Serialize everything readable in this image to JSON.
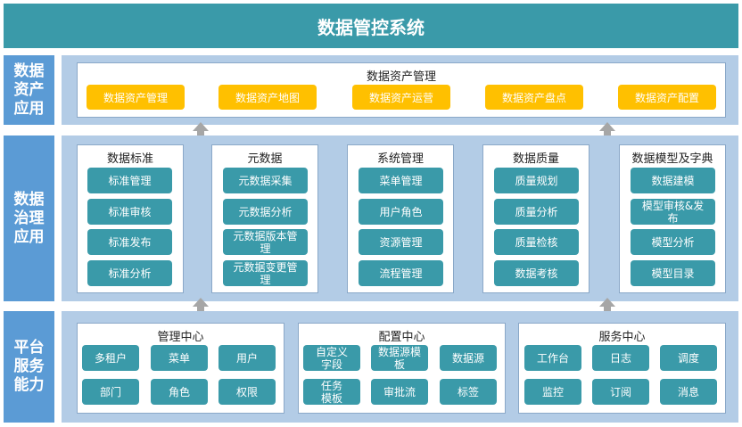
{
  "title": "数据管控系统",
  "colors": {
    "header": "#3a9aa9",
    "layer_label": "#5b9bd5",
    "layer_bg": "#b3cce6",
    "yellow_button": "#ffc000",
    "teal_button": "#3a9aa9",
    "arrow": "#a6a6a6"
  },
  "layers": {
    "asset_app": {
      "label": "数据资产应用",
      "panel_title": "数据资产管理",
      "items": [
        "数据资产管理",
        "数据资产地图",
        "数据资产运营",
        "数据资产盘点",
        "数据资产配置"
      ]
    },
    "governance_app": {
      "label": "数据治理应用",
      "panels": [
        {
          "title": "数据标准",
          "items": [
            "标准管理",
            "标准审核",
            "标准发布",
            "标准分析"
          ]
        },
        {
          "title": "元数据",
          "items": [
            "元数据采集",
            "元数据分析",
            "元数据版本管理",
            "元数据变更管理"
          ]
        },
        {
          "title": "系统管理",
          "items": [
            "菜单管理",
            "用户角色",
            "资源管理",
            "流程管理"
          ]
        },
        {
          "title": "数据质量",
          "items": [
            "质量规划",
            "质量分析",
            "质量检核",
            "数据考核"
          ]
        },
        {
          "title": "数据模型及字典",
          "items": [
            "数据建模",
            "模型审核&发布",
            "模型分析",
            "模型目录"
          ]
        }
      ]
    },
    "platform": {
      "label": "平台服务能力",
      "panels": [
        {
          "title": "管理中心",
          "items": [
            "多租户",
            "菜单",
            "用户",
            "部门",
            "角色",
            "权限"
          ]
        },
        {
          "title": "配置中心",
          "items": [
            "自定义字段",
            "数据源模板",
            "数据源",
            "任务模板",
            "审批流",
            "标签"
          ]
        },
        {
          "title": "服务中心",
          "items": [
            "工作台",
            "日志",
            "调度",
            "监控",
            "订阅",
            "消息"
          ]
        }
      ]
    }
  }
}
